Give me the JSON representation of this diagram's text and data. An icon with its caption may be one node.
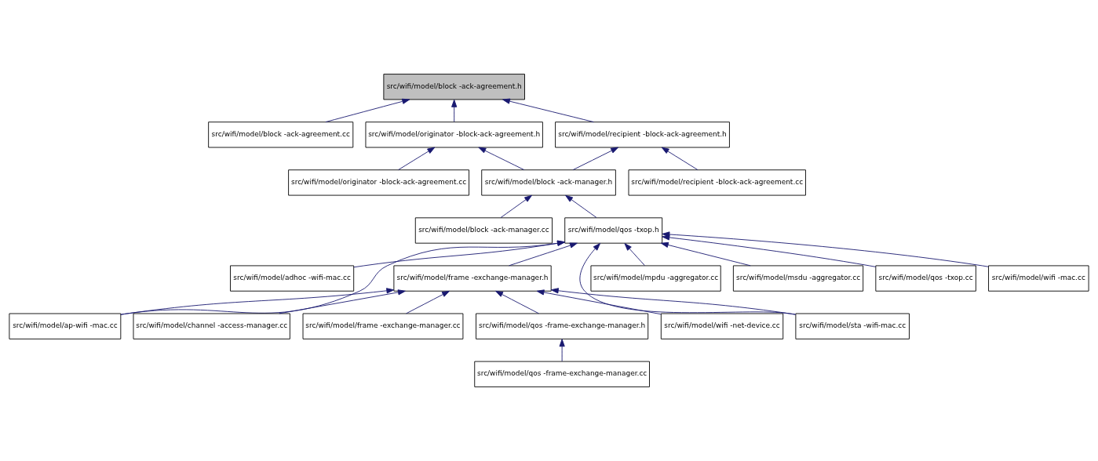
{
  "diagram": {
    "nodes": [
      {
        "text": [
          "src/wifi/model/block -ack-agreement.h"
        ]
      },
      {
        "text": [
          "src/wifi/model/block -ack-agreement.cc"
        ]
      },
      {
        "text": [
          "src/wifi/model/originator -block-ack-agreement.h"
        ]
      },
      {
        "text": [
          "src/wifi/model/recipient -block-ack-agreement.h"
        ]
      },
      {
        "text": [
          "src/wifi/model/originator -block-ack-agreement.cc"
        ]
      },
      {
        "text": [
          "src/wifi/model/block -ack-manager.h"
        ]
      },
      {
        "text": [
          "src/wifi/model/recipient -block-ack-agreement.cc"
        ]
      },
      {
        "text": [
          "src/wifi/model/block -ack-manager.cc"
        ]
      },
      {
        "text": [
          "src/wifi/model/qos -txop.h"
        ]
      },
      {
        "text": [
          "src/wifi/model/adhoc -wifi-mac.cc"
        ]
      },
      {
        "text": [
          "src/wifi/model/frame -exchange-manager.h"
        ]
      },
      {
        "text": [
          "src/wifi/model/mpdu -aggregator.cc"
        ]
      },
      {
        "text": [
          "src/wifi/model/msdu -aggregator.cc"
        ]
      },
      {
        "text": [
          "src/wifi/model/qos -txop.cc"
        ]
      },
      {
        "text": [
          "src/wifi/model/wifi -mac.cc"
        ]
      },
      {
        "text": [
          "src/wifi/model/ap-wifi -mac.cc"
        ]
      },
      {
        "text": [
          "src/wifi/model/channel -access-manager.cc"
        ]
      },
      {
        "text": [
          "src/wifi/model/frame -exchange-manager.cc"
        ]
      },
      {
        "text": [
          "src/wifi/model/qos -frame-exchange-manager.h"
        ]
      },
      {
        "text": [
          "src/wifi/model/wifi -net-device.cc"
        ]
      },
      {
        "text": [
          "src/wifi/model/sta -wifi-mac.cc"
        ]
      },
      {
        "text": [
          "src/wifi/model/qos -frame-exchange-manager.cc"
        ]
      }
    ],
    "edges": [
      {
        "from": 1,
        "to": 0,
        "arrow": "to"
      },
      {
        "from": 2,
        "to": 0,
        "arrow": "to"
      },
      {
        "from": 3,
        "to": 0,
        "arrow": "to"
      },
      {
        "from": 4,
        "to": 2,
        "arrow": "to"
      },
      {
        "from": 5,
        "to": 2,
        "arrow": "to"
      },
      {
        "from": 5,
        "to": 3,
        "arrow": "to"
      },
      {
        "from": 6,
        "to": 3,
        "arrow": "to"
      },
      {
        "from": 7,
        "to": 5,
        "arrow": "to"
      },
      {
        "from": 8,
        "to": 5,
        "arrow": "to"
      },
      {
        "from": 9,
        "to": 8,
        "arrow": "to"
      },
      {
        "from": 15,
        "to": 8,
        "arrow": "to"
      },
      {
        "from": 10,
        "to": 8,
        "arrow": "to"
      },
      {
        "from": 20,
        "to": 8,
        "arrow": "to"
      },
      {
        "from": 11,
        "to": 8,
        "arrow": "to"
      },
      {
        "from": 12,
        "to": 8,
        "arrow": "to"
      },
      {
        "from": 13,
        "to": 8,
        "arrow": "to"
      },
      {
        "from": 14,
        "to": 8,
        "arrow": "to"
      },
      {
        "from": 15,
        "to": 10,
        "arrow": "to"
      },
      {
        "from": 16,
        "to": 10,
        "arrow": "to"
      },
      {
        "from": 17,
        "to": 10,
        "arrow": "to"
      },
      {
        "from": 18,
        "to": 10,
        "arrow": "to"
      },
      {
        "from": 19,
        "to": 10,
        "arrow": "to"
      },
      {
        "from": 20,
        "to": 10,
        "arrow": "to"
      },
      {
        "from": 21,
        "to": 18,
        "arrow": "to"
      }
    ]
  }
}
